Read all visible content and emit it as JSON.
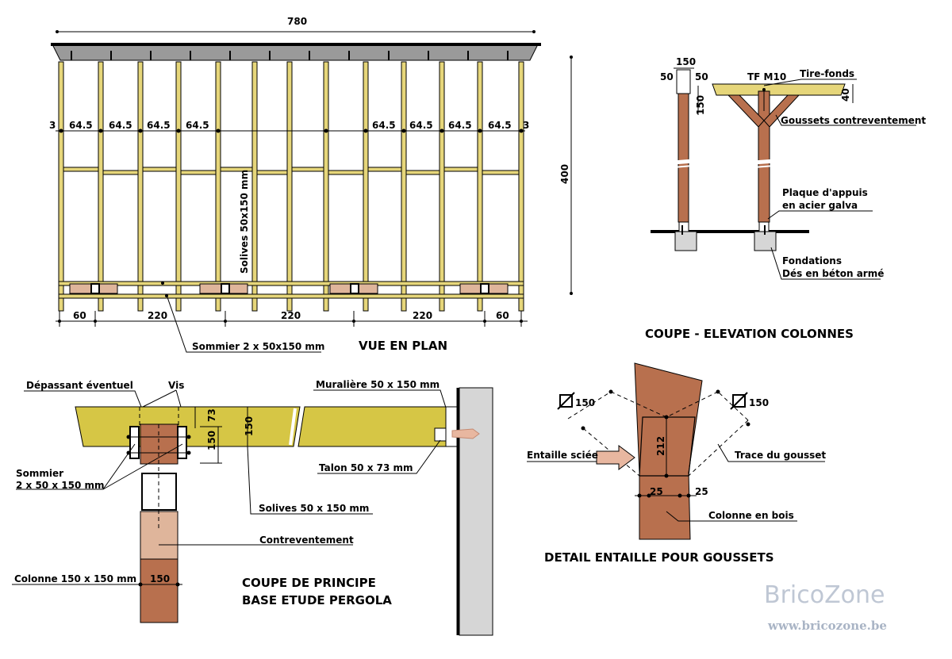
{
  "plan": {
    "title": "VUE EN PLAN",
    "overall_width": "780",
    "overall_depth": "400",
    "spacing_left": [
      "3",
      "64.5",
      "64.5",
      "64.5",
      "64.5"
    ],
    "spacing_right": [
      "64.5",
      "64.5",
      "64.5",
      "64.5",
      "3"
    ],
    "bottom_dims": [
      "60",
      "220",
      "220",
      "220",
      "60"
    ],
    "joist_label": "Solives 50x150 mm",
    "beam_label": "Sommier 2 x 50x150 mm"
  },
  "elevation": {
    "title": "COUPE - ELEVATION COLONNES",
    "dim_150": "150",
    "dim_50a": "50",
    "dim_50b": "50",
    "dim_150v": "150",
    "dim_40": "40",
    "tf": "TF M10",
    "tirefonds": "Tire-fonds",
    "goussets": "Goussets contreventement",
    "plaque1": "Plaque d'appuis",
    "plaque2": "en acier galva",
    "fond1": "Fondations",
    "fond2": "Dés en béton armé"
  },
  "section": {
    "title1": "COUPE DE PRINCIPE",
    "title2": "BASE ETUDE PERGOLA",
    "depassant": "Dépassant éventuel",
    "vis": "Vis",
    "muraliere": "Muralière 50 x 150 mm",
    "dim_73": "73",
    "dim_150a": "150",
    "dim_150b": "150",
    "sommier1": "Sommier",
    "sommier2": "2 x 50 x 150 mm",
    "talon": "Talon 50 x 73 mm",
    "solives": "Solives 50 x 150 mm",
    "contrevent": "Contreventement",
    "colonne": "Colonne 150 x 150 mm",
    "dim_col": "150"
  },
  "detail": {
    "title": "DETAIL ENTAILLE POUR GOUSSETS",
    "sq_left": "150",
    "sq_right": "150",
    "dim_212": "212",
    "entaille": "Entaille sciée",
    "trace": "Trace du gousset",
    "dim_25a": "25",
    "dim_25b": "25",
    "colonne": "Colonne en bois"
  },
  "watermark": {
    "brand": "BricoZone",
    "url": "www.bricozone.be"
  }
}
